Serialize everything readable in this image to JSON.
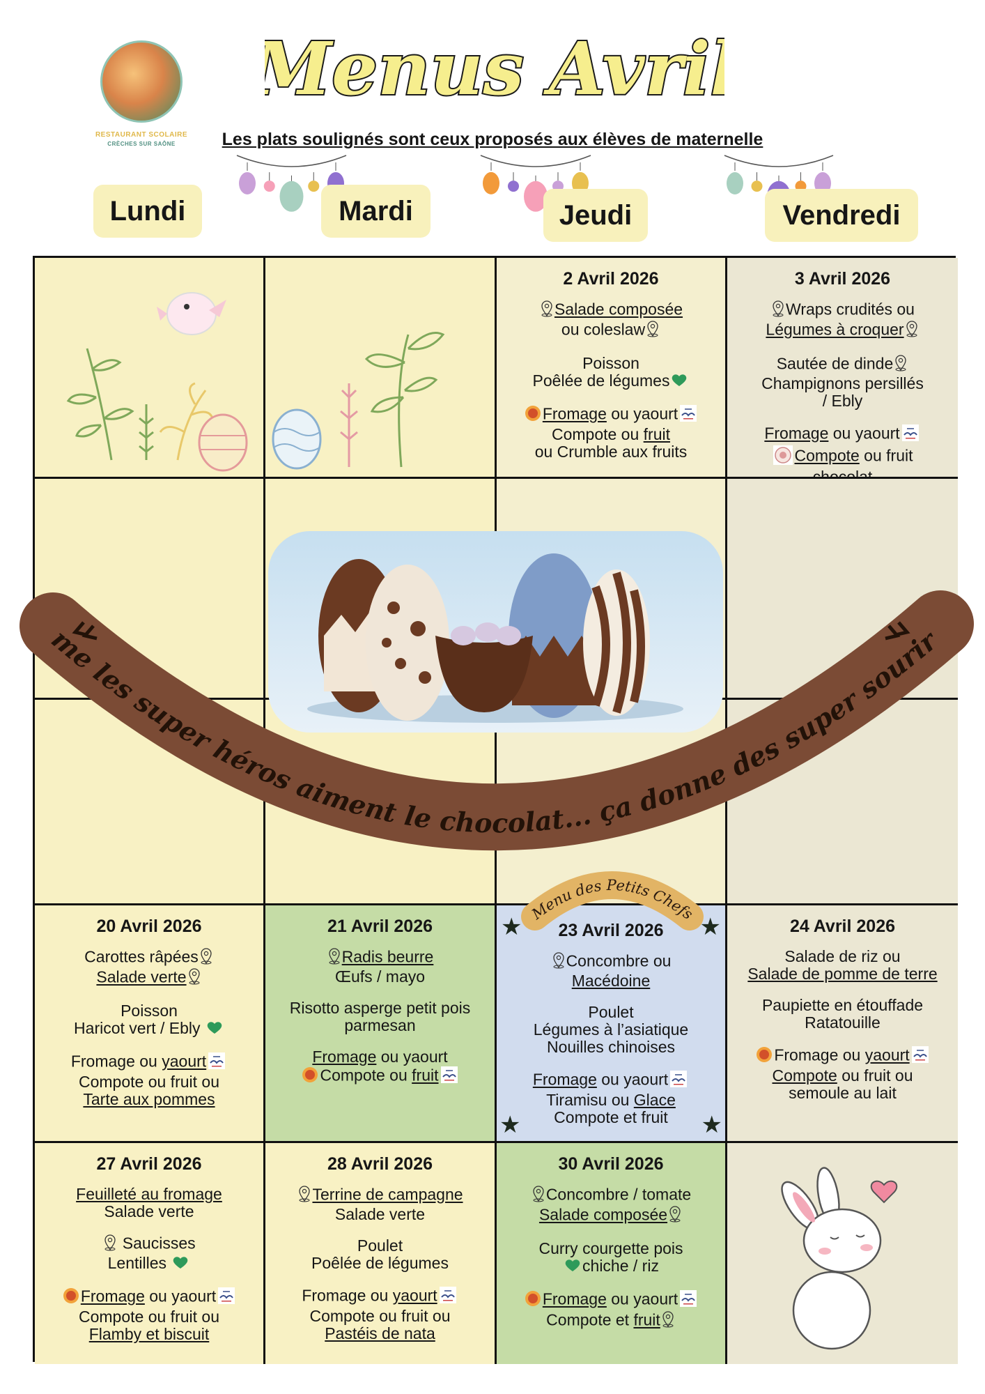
{
  "logo": {
    "line1": "RESTAURANT SCOLAIRE",
    "line2": "CRÈCHES SUR SAÔNE"
  },
  "title": "Menus Avril",
  "subtitle": "Les plats soulignés sont ceux proposés aux élèves de maternelle",
  "days": [
    "Lundi",
    "Mardi",
    "Jeudi",
    "Vendredi"
  ],
  "banner_text": "Même les super héros aiment le chocolat... ça donne des super sourires !",
  "petits_chefs_label": "Menu des Petits Chefs",
  "colors": {
    "yellow": "#f8f1c4",
    "cream": "#f4efcf",
    "beige": "#ebe7d3",
    "green": "#c5dca6",
    "blue": "#d1dcee",
    "banner": "#7b4b35"
  },
  "grid": [
    [
      {
        "bg": "yellow",
        "deco": "bird-plants"
      },
      {
        "bg": "yellow",
        "deco": "plants-egg"
      },
      {
        "bg": "cream",
        "cell": 0
      },
      {
        "bg": "beige",
        "cell": 1
      }
    ],
    [
      {
        "bg": "yellow"
      },
      {
        "bg": "yellow"
      },
      {
        "bg": "cream"
      },
      {
        "bg": "beige"
      }
    ],
    [
      {
        "bg": "yellow"
      },
      {
        "bg": "yellow"
      },
      {
        "bg": "cream"
      },
      {
        "bg": "beige"
      }
    ],
    [
      {
        "bg": "yellow",
        "cell": 2
      },
      {
        "bg": "green",
        "cell": 3
      },
      {
        "bg": "blue",
        "cell": 4,
        "stars": true
      },
      {
        "bg": "beige",
        "cell": 5
      }
    ],
    [
      {
        "bg": "yellow",
        "cell": 6
      },
      {
        "bg": "yellow",
        "cell": 7
      },
      {
        "bg": "green",
        "cell": 8
      },
      {
        "bg": "beige",
        "deco": "bunny"
      }
    ]
  ],
  "cells": [
    {
      "date": "2 Avril 2026",
      "groups": [
        [
          [
            {
              "i": "pin"
            },
            {
              "t": "Salade composée",
              "u": true
            }
          ],
          [
            {
              "t": "ou coleslaw"
            },
            {
              "i": "pin"
            }
          ]
        ],
        [
          [
            {
              "t": "Poisson"
            }
          ],
          [
            {
              "t": "Poêlée de légumes"
            },
            {
              "i": "heart"
            }
          ]
        ],
        [
          [
            {
              "i": "aop"
            },
            {
              "t": "Fromage",
              "u": true
            },
            {
              "t": " ou yaourt"
            },
            {
              "i": "ferme"
            }
          ],
          [
            {
              "t": "Compote ou "
            },
            {
              "t": "fruit",
              "u": true
            }
          ],
          [
            {
              "t": "ou Crumble aux fruits"
            }
          ]
        ]
      ]
    },
    {
      "date": "3 Avril 2026",
      "groups": [
        [
          [
            {
              "i": "pin"
            },
            {
              "t": "Wraps crudités ou"
            }
          ],
          [
            {
              "t": "Légumes à croquer",
              "u": true
            },
            {
              "i": "pin"
            }
          ]
        ],
        [
          [
            {
              "t": "Sautée de dinde"
            },
            {
              "i": "pin"
            }
          ],
          [
            {
              "t": "Champignons persillés"
            }
          ],
          [
            {
              "t": "/ Ebly"
            }
          ]
        ],
        [
          [
            {
              "t": "Fromage",
              "u": true
            },
            {
              "t": " ou yaourt"
            },
            {
              "i": "ferme"
            }
          ],
          [
            {
              "i": "label"
            },
            {
              "t": "Compote",
              "u": true
            },
            {
              "t": " ou fruit"
            }
          ],
          [
            {
              "t": "chocolat"
            }
          ]
        ]
      ]
    },
    {
      "date": "20 Avril 2026",
      "groups": [
        [
          [
            {
              "t": "Carottes râpées"
            },
            {
              "i": "pin"
            }
          ],
          [
            {
              "t": "Salade verte",
              "u": true
            },
            {
              "i": "pin"
            }
          ]
        ],
        [
          [
            {
              "t": "Poisson"
            }
          ],
          [
            {
              "t": "Haricot vert / Ebly "
            },
            {
              "i": "heart"
            }
          ]
        ],
        [
          [
            {
              "t": "Fromage ou "
            },
            {
              "t": "yaourt",
              "u": true
            },
            {
              "i": "ferme"
            }
          ],
          [
            {
              "t": "Compote ou fruit ou"
            }
          ],
          [
            {
              "t": "Tarte aux pommes",
              "u": true
            }
          ]
        ]
      ]
    },
    {
      "date": "21 Avril 2026",
      "groups": [
        [
          [
            {
              "i": "pin"
            },
            {
              "t": "Radis beurre",
              "u": true
            }
          ],
          [
            {
              "t": "Œufs / mayo"
            }
          ]
        ],
        [
          [
            {
              "t": "Risotto asperge petit pois"
            }
          ],
          [
            {
              "t": "parmesan"
            }
          ]
        ],
        [
          [
            {
              "t": "Fromage",
              "u": true
            },
            {
              "t": " ou yaourt"
            }
          ],
          [
            {
              "i": "aop"
            },
            {
              "t": "Compote ou "
            },
            {
              "t": "fruit",
              "u": true
            },
            {
              "i": "ferme"
            }
          ]
        ]
      ]
    },
    {
      "date": "23 Avril 2026",
      "groups": [
        [
          [
            {
              "i": "pin"
            },
            {
              "t": "Concombre ou"
            }
          ],
          [
            {
              "t": "Macédoine",
              "u": true
            }
          ]
        ],
        [
          [
            {
              "t": "Poulet"
            }
          ],
          [
            {
              "t": "Légumes à l’asiatique"
            }
          ],
          [
            {
              "t": "Nouilles chinoises"
            }
          ]
        ],
        [
          [
            {
              "t": "Fromage",
              "u": true
            },
            {
              "t": " ou yaourt"
            },
            {
              "i": "ferme"
            }
          ],
          [
            {
              "t": "Tiramisu ou "
            },
            {
              "t": "Glace",
              "u": true
            }
          ],
          [
            {
              "t": "Compote et fruit"
            }
          ]
        ]
      ]
    },
    {
      "date": "24 Avril 2026",
      "groups": [
        [
          [
            {
              "t": "Salade de riz ou"
            }
          ],
          [
            {
              "t": "Salade de pomme de terre",
              "u": true
            }
          ]
        ],
        [
          [
            {
              "t": "Paupiette en étouffade"
            }
          ],
          [
            {
              "t": "Ratatouille"
            }
          ]
        ],
        [
          [
            {
              "i": "aop"
            },
            {
              "t": "Fromage ou "
            },
            {
              "t": "yaourt",
              "u": true
            },
            {
              "i": "ferme"
            }
          ],
          [
            {
              "t": "Compote",
              "u": true
            },
            {
              "t": " ou fruit ou"
            }
          ],
          [
            {
              "t": "semoule au lait"
            }
          ]
        ]
      ]
    },
    {
      "date": "27 Avril 2026",
      "groups": [
        [
          [
            {
              "t": "Feuilleté au fromage",
              "u": true
            }
          ],
          [
            {
              "t": "Salade verte"
            }
          ]
        ],
        [
          [
            {
              "i": "pin"
            },
            {
              "t": " Saucisses"
            }
          ],
          [
            {
              "t": "Lentilles "
            },
            {
              "i": "heart"
            }
          ]
        ],
        [
          [
            {
              "i": "aop"
            },
            {
              "t": "Fromage",
              "u": true
            },
            {
              "t": " ou yaourt"
            },
            {
              "i": "ferme"
            }
          ],
          [
            {
              "t": "Compote ou fruit ou"
            }
          ],
          [
            {
              "t": "Flamby et biscuit",
              "u": true
            }
          ]
        ]
      ]
    },
    {
      "date": "28 Avril 2026",
      "groups": [
        [
          [
            {
              "i": "pin"
            },
            {
              "t": "Terrine de campagne",
              "u": true
            }
          ],
          [
            {
              "t": "Salade verte"
            }
          ]
        ],
        [
          [
            {
              "t": "Poulet"
            }
          ],
          [
            {
              "t": "Poêlée de légumes"
            }
          ]
        ],
        [
          [
            {
              "t": "Fromage ou "
            },
            {
              "t": "yaourt",
              "u": true
            },
            {
              "i": "ferme"
            }
          ],
          [
            {
              "t": "Compote ou fruit ou"
            }
          ],
          [
            {
              "t": "Pastéis de nata",
              "u": true
            }
          ]
        ]
      ]
    },
    {
      "date": "30 Avril 2026",
      "groups": [
        [
          [
            {
              "i": "pin"
            },
            {
              "t": "Concombre / tomate"
            }
          ],
          [
            {
              "t": "Salade composée",
              "u": true
            },
            {
              "i": "pin"
            }
          ]
        ],
        [
          [
            {
              "t": "Curry courgette pois"
            }
          ],
          [
            {
              "i": "heart"
            },
            {
              "t": "chiche / riz"
            }
          ]
        ],
        [
          [
            {
              "i": "aop"
            },
            {
              "t": "Fromage",
              "u": true
            },
            {
              "t": " ou yaourt"
            },
            {
              "i": "ferme"
            }
          ],
          [
            {
              "t": "Compote et "
            },
            {
              "t": "fruit",
              "u": true
            },
            {
              "i": "pin"
            }
          ]
        ]
      ]
    }
  ]
}
